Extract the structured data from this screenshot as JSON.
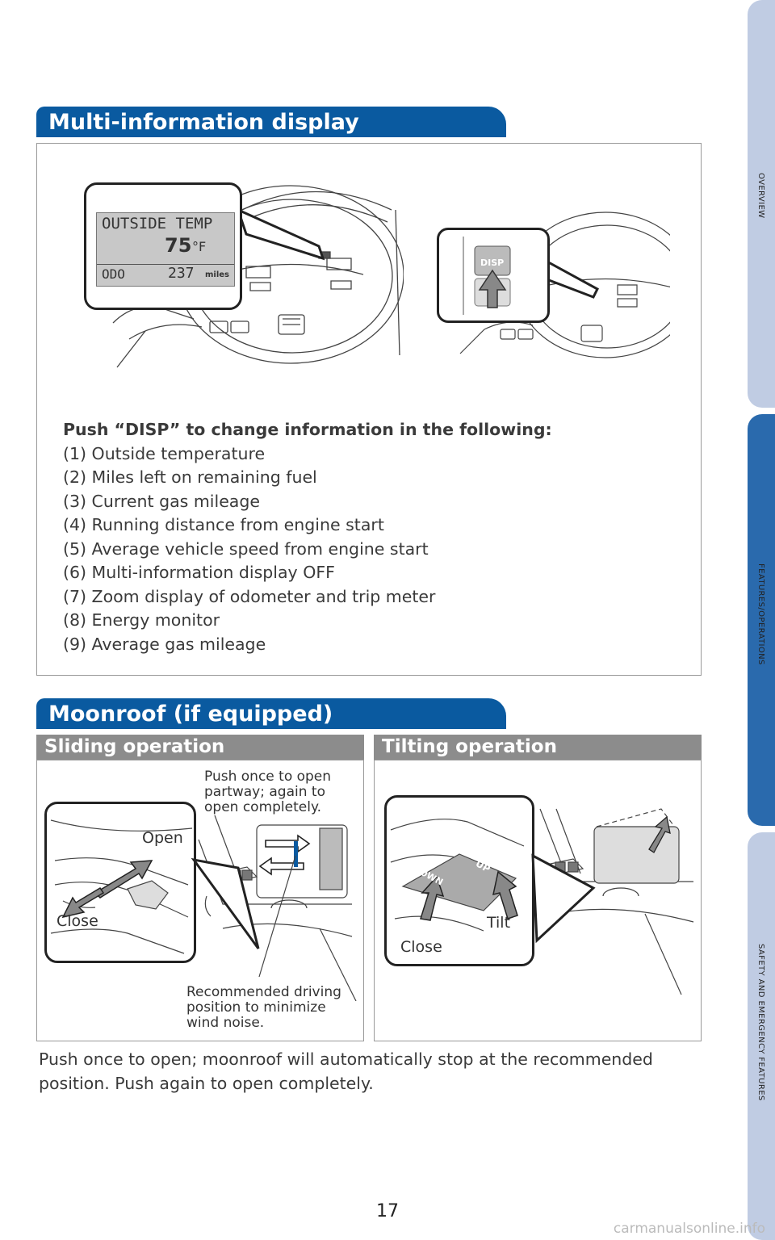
{
  "multi_info": {
    "title": "Multi-information display",
    "lcd": {
      "line1": "OUTSIDE TEMP",
      "temp_value": "75",
      "temp_unit": "°F",
      "odo_label": "ODO",
      "odo_value": "237",
      "odo_unit": "miles"
    },
    "button_label": "DISP",
    "intro": "Push “DISP” to change information in the following:",
    "items": [
      "(1) Outside temperature",
      "(2) Miles left on remaining fuel",
      "(3) Current gas mileage",
      "(4) Running distance from engine start",
      "(5) Average vehicle speed from engine start",
      "(6) Multi-information display OFF",
      "(7) Zoom display of odometer and trip meter",
      "(8) Energy monitor",
      "(9) Average gas mileage"
    ]
  },
  "moonroof": {
    "title": "Moonroof (if equipped)",
    "sliding": {
      "heading": "Sliding operation",
      "note_top": [
        "Push once to open",
        "partway; again to",
        "open completely."
      ],
      "open_label": "Open",
      "close_label": "Close",
      "note_bottom": [
        "Recommended driving",
        "position to minimize",
        "wind noise."
      ]
    },
    "tilting": {
      "heading": "Tilting operation",
      "tilt_label": "Tilt",
      "close_label": "Close",
      "switch_down": "OWN",
      "switch_up": "UP"
    },
    "footer": "Push once to open; moonroof will automatically stop at the recommended position. Push again to open completely."
  },
  "side_tabs": [
    "OVERVIEW",
    "FEATURES/OPERATIONS",
    "SAFETY AND EMERGENCY FEATURES"
  ],
  "page_number": "17",
  "watermark": "carmanualsonline.info",
  "colors": {
    "header_blue": "#0a5aa0",
    "subheader_gray": "#8c8c8c",
    "tab_light": "#c0cce3",
    "tab_active": "#2a6aad"
  }
}
